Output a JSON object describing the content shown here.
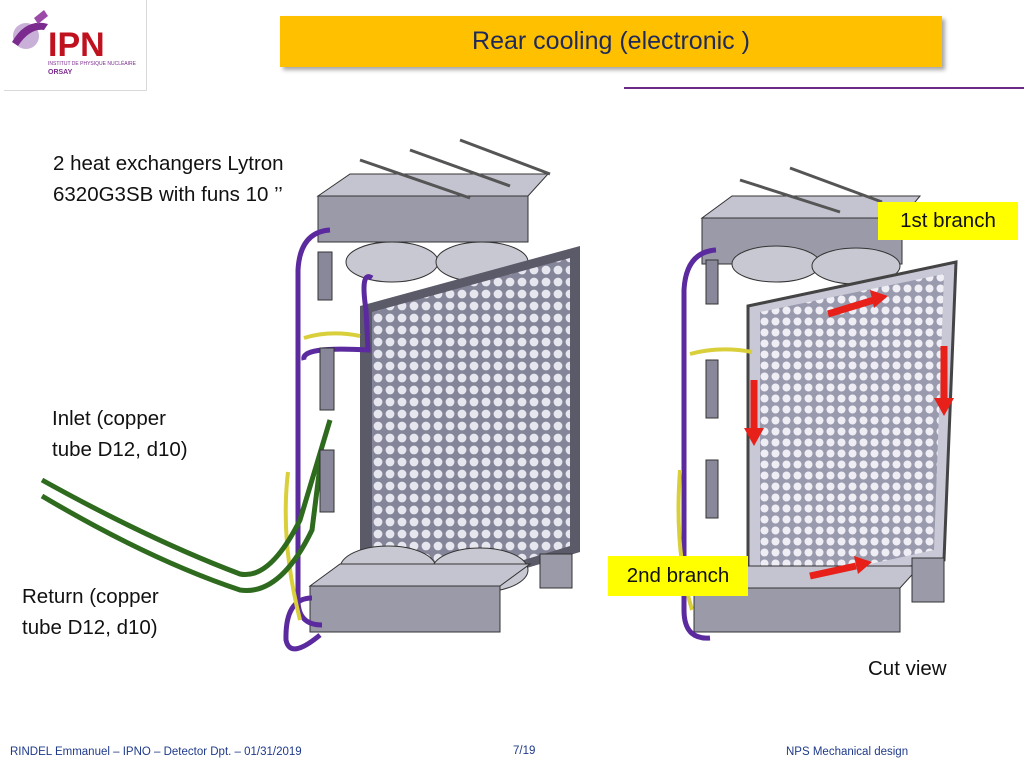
{
  "logo": {
    "letters": "IPN",
    "subtitle": "INSTITUT DE PHYSIQUE NUCLÉAIRE",
    "city": "ORSAY"
  },
  "header": {
    "title": "Rear cooling (electronic )"
  },
  "labels": {
    "exchangers_line1": "2 heat exchangers Lytron",
    "exchangers_line2": "6320G3SB with funs 10 ’’",
    "inlet_line1": "Inlet (copper",
    "inlet_line2": "tube D12, d10)",
    "return_line1": "Return (copper",
    "return_line2": "tube D12, d10)",
    "branch1": "1st branch",
    "branch2": "2nd branch",
    "cut_view": "Cut view"
  },
  "footer": {
    "author": "RINDEL Emmanuel – IPNO – Detector Dpt. – 01/31/2019",
    "page": "7/19",
    "project": "NPS Mechanical design"
  },
  "colors": {
    "title_bg": "#ffc000",
    "tag_bg": "#ffff00",
    "accent_rule": "#6b2a86",
    "pipe_purple": "#5b2a9e",
    "pipe_yellow": "#d8cf3a",
    "pipe_green": "#2e6b1e",
    "arrow_red": "#e8201a"
  }
}
